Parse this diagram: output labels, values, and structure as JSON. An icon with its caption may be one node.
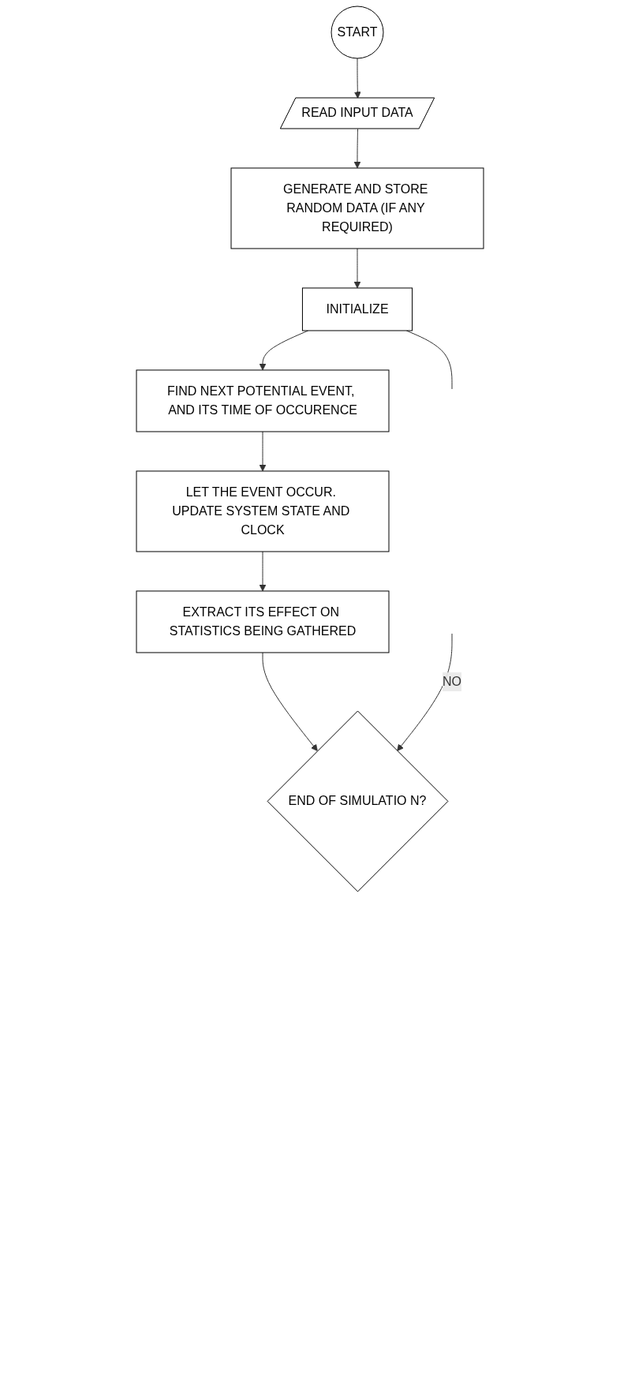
{
  "diagram": {
    "nodes": [
      {
        "text": [
          "START"
        ]
      },
      {
        "text": [
          "READ INPUT DATA"
        ]
      },
      {
        "text": [
          "GENERATE AND STORE RANDOM DATA (IF ANY REQUIRED)"
        ]
      },
      {
        "text": [
          "INITIALIZE"
        ]
      },
      {
        "text": [
          "FIND NEXT POTENTIAL EVENT, AND ITS TIME OF OCCURENCE"
        ]
      },
      {
        "text": [
          "LET THE EVENT OCCUR. UPDATE SYSTEM STATE AND CLOCK"
        ]
      },
      {
        "text": [
          "EXTRACT ITS EFFECT ON STATISTICS BEING GATHERED"
        ]
      },
      {
        "text": [
          "END OF SIMULATIO N?"
        ]
      }
    ],
    "edges": [
      {
        "from": 0,
        "to": 1,
        "arrow": "to"
      },
      {
        "from": 1,
        "to": 2,
        "arrow": "to"
      },
      {
        "from": 2,
        "to": 3,
        "arrow": "to"
      },
      {
        "from": 3,
        "to": 4,
        "arrow": "to"
      },
      {
        "from": 4,
        "to": 5,
        "arrow": "to"
      },
      {
        "from": 5,
        "to": 6,
        "arrow": "to"
      },
      {
        "from": 6,
        "to": 7,
        "arrow": "to"
      },
      {
        "from": 3,
        "to": null,
        "arrow": "none"
      },
      {
        "from": null,
        "to": 7,
        "arrow": "to",
        "label": "NO"
      }
    ]
  }
}
